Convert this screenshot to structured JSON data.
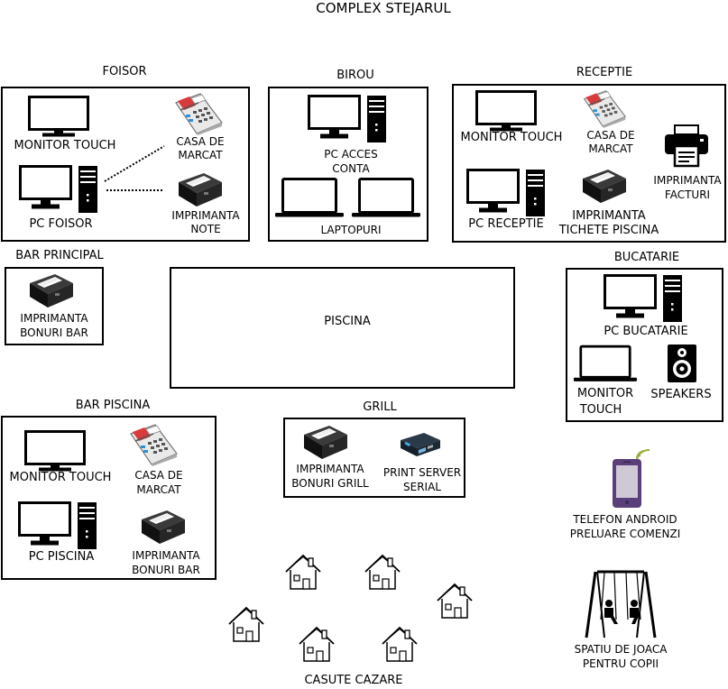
{
  "title": "COMPLEX STEJARUL",
  "foisor": {
    "title": "FOISOR",
    "monitor_touch": "MONITOR TOUCH",
    "pc": "PC FOISOR",
    "casa": [
      "CASA DE",
      "MARCAT"
    ],
    "imprimanta": [
      "IMPRIMANTA",
      "NOTE"
    ]
  },
  "birou": {
    "title": "BIROU",
    "pc": [
      "PC ACCES",
      "CONTA"
    ],
    "laptopuri": "LAPTOPURI"
  },
  "receptie": {
    "title": "RECEPTIE",
    "monitor_touch": "MONITOR TOUCH",
    "casa": [
      "CASA DE",
      "MARCAT"
    ],
    "imprimanta_facturi": [
      "IMPRIMANTA",
      "FACTURI"
    ],
    "pc": "PC RECEPTIE",
    "imprimanta_tichete": [
      "IMPRIMANTA",
      "TICHETE PISCINA"
    ]
  },
  "bar_principal": {
    "title": "BAR PRINCIPAL",
    "imprimanta": [
      "IMPRIMANTA",
      "BONURI BAR"
    ]
  },
  "piscina": {
    "label": "PISCINA"
  },
  "bucatarie": {
    "title": "BUCATARIE",
    "pc": "PC BUCATARIE",
    "monitor": [
      "MONITOR",
      "TOUCH"
    ],
    "speakers": "SPEAKERS"
  },
  "bar_piscina": {
    "title": "BAR PISCINA",
    "monitor_touch": "MONITOR TOUCH",
    "casa": [
      "CASA DE",
      "MARCAT"
    ],
    "pc": "PC PISCINA",
    "imprimanta": [
      "IMPRIMANTA",
      "BONURI BAR"
    ]
  },
  "grill": {
    "title": "GRILL",
    "imprimanta": [
      "IMPRIMANTA",
      "BONURI GRILL"
    ],
    "print_server": [
      "PRINT SERVER",
      "SERIAL"
    ]
  },
  "telefon": [
    "TELEFON ANDROID",
    "PRELUARE COMENZI"
  ],
  "spatiu_joaca": [
    "SPATIU DE JOACA",
    "PENTRU COPII"
  ],
  "casute": "CASUTE CAZARE",
  "colors": {
    "phone": "#5b3f7a",
    "phone_screen": "#cfc9d6",
    "signal": "#9aae3a"
  }
}
